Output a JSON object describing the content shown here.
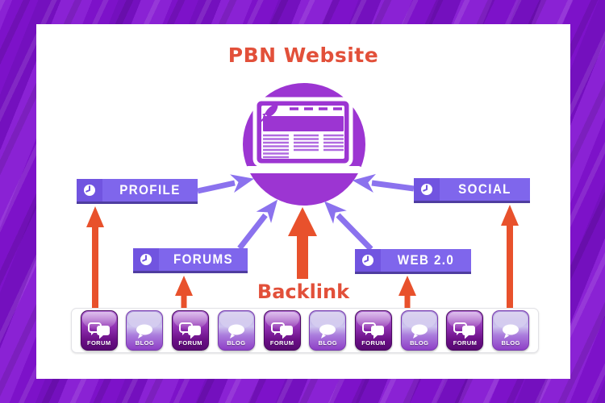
{
  "diagram": {
    "title": "PBN Website",
    "backlink_label": "Backlink",
    "nodes": [
      {
        "id": "profile",
        "label": "PROFILE"
      },
      {
        "id": "forums",
        "label": "FORUMS"
      },
      {
        "id": "web20",
        "label": "WEB 2.0"
      },
      {
        "id": "social",
        "label": "SOCIAL"
      }
    ],
    "source_icons": [
      {
        "type": "forum",
        "label": "FORUM"
      },
      {
        "type": "blog",
        "label": "BLOG"
      },
      {
        "type": "forum",
        "label": "FORUM"
      },
      {
        "type": "blog",
        "label": "BLOG"
      },
      {
        "type": "forum",
        "label": "FORUM"
      },
      {
        "type": "blog",
        "label": "BLOG"
      },
      {
        "type": "forum",
        "label": "FORUM"
      },
      {
        "type": "blog",
        "label": "BLOG"
      },
      {
        "type": "forum",
        "label": "FORUM"
      },
      {
        "type": "blog",
        "label": "BLOG"
      }
    ],
    "colors": {
      "background_purple": "#7d12c9",
      "card_white": "#ffffff",
      "accent_red_orange": "#e2503a",
      "arrow_orange": "#e8512c",
      "circle_purple": "#9c35d2",
      "bar_purple": "#7f66ec",
      "bar_icon_cell_purple": "#7154e0",
      "bar_shadow_purple": "#4f3da0",
      "arrow_violet": "#8b72ee",
      "forum_icon_purple": "#6d1189",
      "blog_icon_lavender": "#cdc4ee"
    }
  }
}
